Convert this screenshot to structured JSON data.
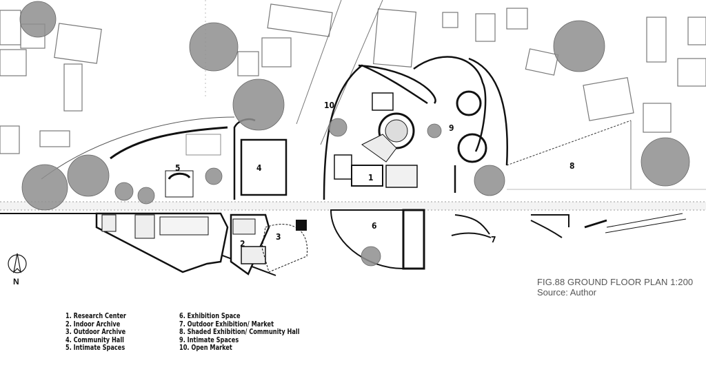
{
  "figure": {
    "title": "FIG.88 GROUND FLOOR PLAN 1:200",
    "source": "Source: Author"
  },
  "north_label": "N",
  "room_numbers": [
    "1",
    "2",
    "3",
    "4",
    "5",
    "6",
    "7",
    "8",
    "9",
    "10"
  ],
  "legend": {
    "col1": [
      "1. Research Center",
      "2. Indoor Archive",
      "3. Outdoor Archive",
      "4. Community Hall",
      "5. Intimate Spaces"
    ],
    "col2": [
      "6. Exhibition Space",
      "7. Outdoor Exhibition/ Market",
      "8. Shaded Exhibition/ Community Hall",
      "9. Intimate Spaces",
      "10. Open Market"
    ]
  },
  "colors": {
    "tree": "#8a8a8a",
    "wall": "#111111",
    "ground": "#ffffff",
    "paving": "#d8d8d8"
  }
}
